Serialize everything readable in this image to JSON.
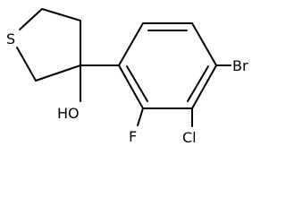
{
  "molecule": {
    "atoms": {
      "sulfur": "S",
      "hydroxyl": "HO",
      "bromine": "Br",
      "chlorine": "Cl",
      "fluorine": "F"
    },
    "colors": {
      "bond": "#000000",
      "label": "#000000",
      "background": "#ffffff"
    }
  }
}
